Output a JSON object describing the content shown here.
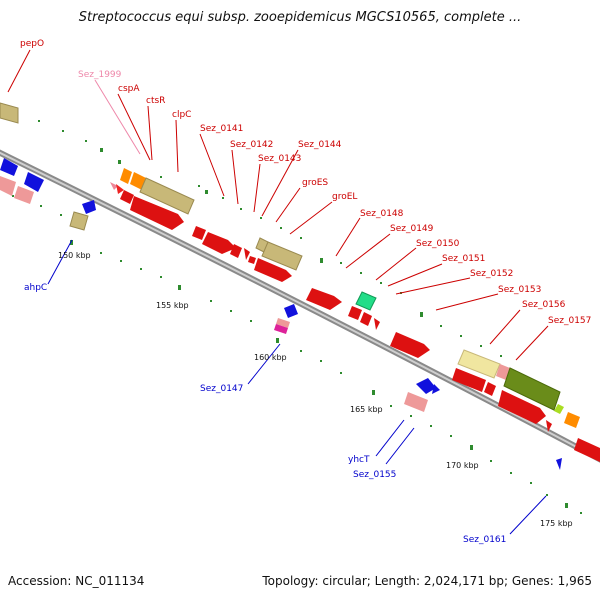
{
  "title": "Streptococcus equi subsp. zooepidemicus MGCS10565, complete ...",
  "footer": {
    "accession": "Accession: NC_011134",
    "stats": "Topology: circular; Length: 2,024,171 bp; Genes: 1,965"
  },
  "colors": {
    "forward_label": "#cc0000",
    "reverse_label": "#0000cc",
    "rna_label": "#ee88aa",
    "backbone": "#999999",
    "tick": "#2e8b2e"
  },
  "scale_labels": [
    "150 kbp",
    "155 kbp",
    "160 kbp",
    "165 kbp",
    "170 kbp",
    "175 kbp"
  ],
  "gene_labels": [
    {
      "name": "pepO",
      "strand": "forward"
    },
    {
      "name": "Sez_1999",
      "strand": "rna"
    },
    {
      "name": "cspA",
      "strand": "forward"
    },
    {
      "name": "ctsR",
      "strand": "forward"
    },
    {
      "name": "clpC",
      "strand": "forward"
    },
    {
      "name": "Sez_0141",
      "strand": "forward"
    },
    {
      "name": "Sez_0142",
      "strand": "forward"
    },
    {
      "name": "Sez_0143",
      "strand": "forward"
    },
    {
      "name": "Sez_0144",
      "strand": "forward"
    },
    {
      "name": "groES",
      "strand": "forward"
    },
    {
      "name": "groEL",
      "strand": "forward"
    },
    {
      "name": "Sez_0148",
      "strand": "forward"
    },
    {
      "name": "Sez_0149",
      "strand": "forward"
    },
    {
      "name": "Sez_0150",
      "strand": "forward"
    },
    {
      "name": "Sez_0151",
      "strand": "forward"
    },
    {
      "name": "Sez_0152",
      "strand": "forward"
    },
    {
      "name": "Sez_0153",
      "strand": "forward"
    },
    {
      "name": "Sez_0156",
      "strand": "forward"
    },
    {
      "name": "Sez_0157",
      "strand": "forward"
    },
    {
      "name": "ahpC",
      "strand": "reverse"
    },
    {
      "name": "Sez_0147",
      "strand": "reverse"
    },
    {
      "name": "yhcT",
      "strand": "reverse"
    },
    {
      "name": "Sez_0155",
      "strand": "reverse"
    },
    {
      "name": "Sez_0161",
      "strand": "reverse"
    }
  ]
}
